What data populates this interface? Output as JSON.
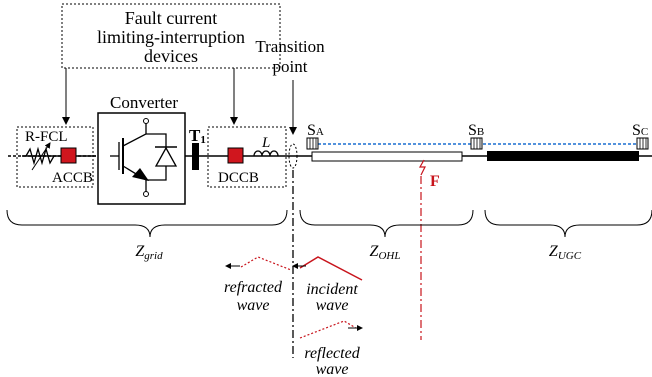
{
  "labels": {
    "fault_title_line1": "Fault current",
    "fault_title_line2": "limiting-interruption",
    "fault_title_line3": "devices",
    "transition_line1": "Transition",
    "transition_line2": "point",
    "converter": "Converter",
    "r_fcl": "R-FCL",
    "accb": "ACCB",
    "dccb": "DCCB",
    "inductor": "L",
    "transformer": "T",
    "transformer_sub": "1",
    "sa": "S",
    "sa_sub": "A",
    "sb": "S",
    "sb_sub": "B",
    "sc": "S",
    "sc_sub": "C",
    "fault": "F",
    "zgrid": "Z",
    "zgrid_sub": "grid",
    "zohl": "Z",
    "zohl_sub": "OHL",
    "zugc": "Z",
    "zugc_sub": "UGC",
    "refracted_line1": "refracted",
    "refracted_line2": "wave",
    "incident_line1": "incident",
    "incident_line2": "wave",
    "reflected_line1": "reflected",
    "reflected_line2": "wave"
  },
  "colors": {
    "breaker_red": "#d0161e",
    "wave_red": "#c8141c",
    "link_blue": "#1a6fd1",
    "ink": "#000000"
  }
}
